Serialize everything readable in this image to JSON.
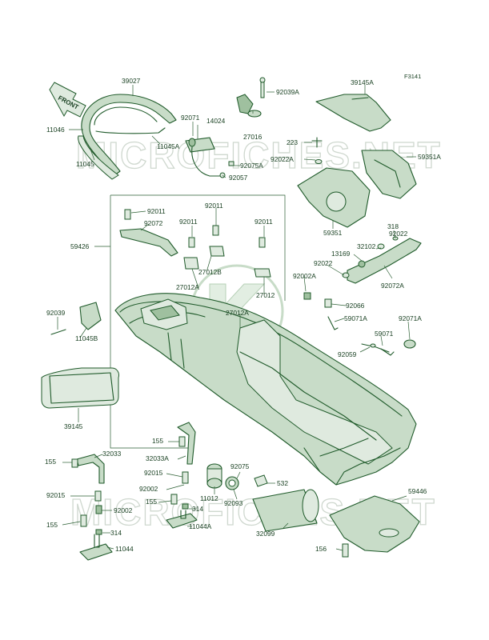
{
  "figure_code": "F3141",
  "watermark": {
    "text": "MICROFICHES.NET",
    "logo_text": "Kawasaki"
  },
  "front_arrow": "FRONT",
  "parts": {
    "p39027": "39027",
    "p11046": "11046",
    "p11045A": "11045A",
    "p11045": "11045",
    "p92071": "92071",
    "p14024": "14024",
    "p92075A": "92075A",
    "p92057": "92057",
    "p92039A": "92039A",
    "p27016": "27016",
    "p39145A": "39145A",
    "p223": "223",
    "p92022A": "92022A",
    "p59351A": "59351A",
    "p59351": "59351",
    "p92011a": "92011",
    "p92072": "92072",
    "p92011b": "92011",
    "p92011c": "92011",
    "p92011d": "92011",
    "p59426": "59426",
    "p27012B": "27012B",
    "p27012A": "27012A",
    "p27012": "27012",
    "p27012Ab": "27012A",
    "p318": "318",
    "p32102": "32102",
    "p92022": "92022",
    "p13169": "13169",
    "p92022b": "92022",
    "p92002A": "92002A",
    "p92072A": "92072A",
    "p92066": "92066",
    "p59071A": "59071A",
    "p92071A": "92071A",
    "p59071": "59071",
    "p92059": "92059",
    "p92039": "92039",
    "p11045B": "11045B",
    "p39145": "39145",
    "p155a": "155",
    "p32033A": "32033A",
    "p32033": "32033",
    "p155b": "155",
    "p92015a": "92015",
    "p92002": "92002",
    "p92015b": "92015",
    "p155c": "155",
    "p314a": "314",
    "p92002b": "92002",
    "p155d": "155",
    "p314b": "314",
    "p11044A": "11044A",
    "p11044": "11044",
    "p11012": "11012",
    "p92075": "92075",
    "p92093": "92093",
    "p532": "532",
    "p32099": "32099",
    "p59446": "59446",
    "p156": "156"
  }
}
